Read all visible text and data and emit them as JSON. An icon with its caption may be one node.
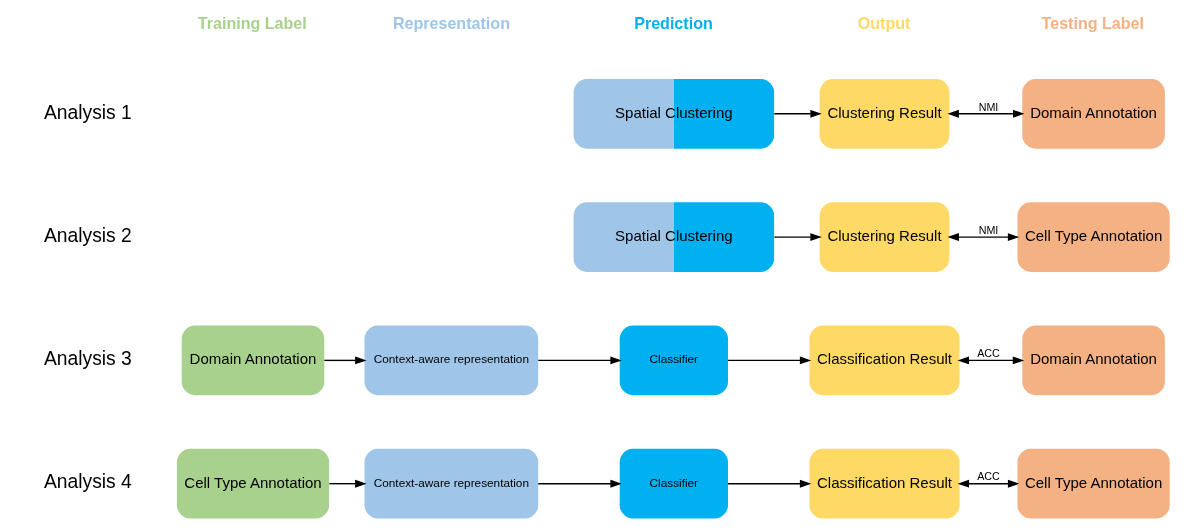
{
  "diagram": {
    "nodes": [
      {
        "text": [
          "Spatial Clustering"
        ]
      },
      {
        "text": [
          "Clustering Result"
        ]
      },
      {
        "text": [
          "Domain Annotation"
        ]
      },
      {
        "text": [
          "Spatial Clustering"
        ]
      },
      {
        "text": [
          "Clustering Result"
        ]
      },
      {
        "text": [
          "Cell Type Annotation"
        ]
      },
      {
        "text": [
          "Domain Annotation"
        ]
      },
      {
        "text": [
          "Context-aware representation"
        ]
      },
      {
        "text": [
          "Classifier"
        ]
      },
      {
        "text": [
          "Classification Result"
        ]
      },
      {
        "text": [
          "Domain Annotation"
        ]
      },
      {
        "text": [
          "Cell Type Annotation"
        ]
      },
      {
        "text": [
          "Context-aware representation"
        ]
      },
      {
        "text": [
          "Classifier"
        ]
      },
      {
        "text": [
          "Classification Result"
        ]
      },
      {
        "text": [
          "Cell Type Annotation"
        ]
      }
    ],
    "edges": [
      {
        "from": 0,
        "to": 1,
        "arrow": "to"
      },
      {
        "from": 1,
        "to": 2,
        "arrow": "both",
        "label": "NMI"
      },
      {
        "from": 3,
        "to": 4,
        "arrow": "to"
      },
      {
        "from": 4,
        "to": 5,
        "arrow": "both",
        "label": "NMI"
      },
      {
        "from": 6,
        "to": 7,
        "arrow": "to"
      },
      {
        "from": 7,
        "to": 8,
        "arrow": "to"
      },
      {
        "from": 8,
        "to": 9,
        "arrow": "to"
      },
      {
        "from": 9,
        "to": 10,
        "arrow": "both",
        "label": "ACC"
      },
      {
        "from": 11,
        "to": 12,
        "arrow": "to"
      },
      {
        "from": 12,
        "to": 13,
        "arrow": "to"
      },
      {
        "from": 13,
        "to": 14,
        "arrow": "to"
      },
      {
        "from": 14,
        "to": 15,
        "arrow": "both",
        "label": "ACC"
      }
    ],
    "labels": [
      "Training Label",
      "Representation",
      "Prediction",
      "Output",
      "Testing Label",
      "Analysis 1",
      "Analysis 2",
      "Analysis 3",
      "Analysis 4"
    ]
  }
}
